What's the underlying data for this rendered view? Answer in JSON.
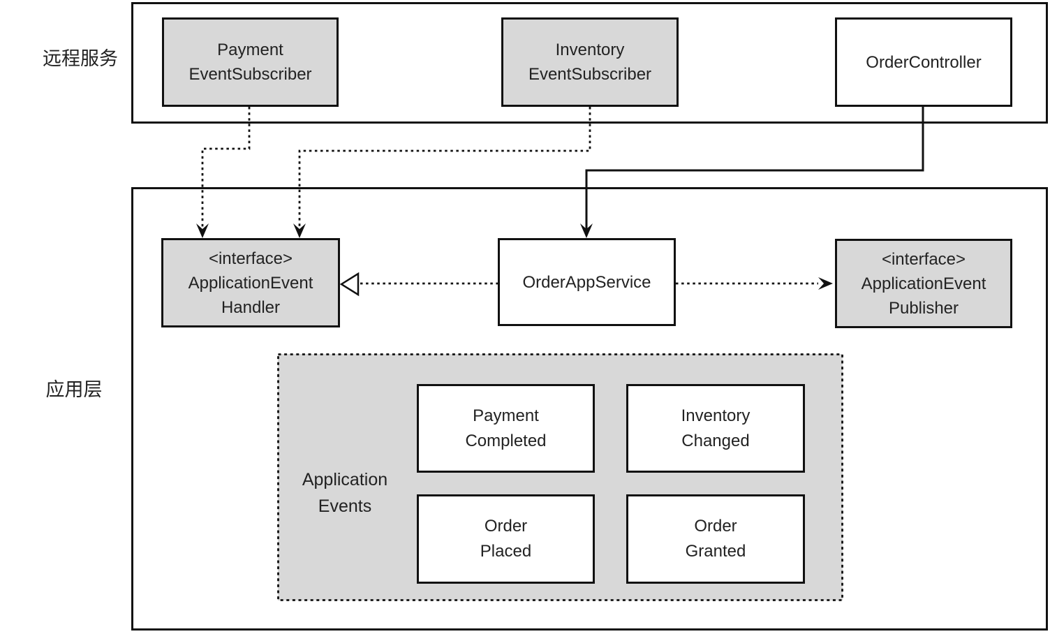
{
  "colors": {
    "background": "#ffffff",
    "stroke": "#111111",
    "text": "#222222",
    "node_gray": "#d8d8d8",
    "node_white": "#ffffff"
  },
  "remote_layer": {
    "label": "远程服务",
    "nodes": {
      "payment_subscriber": {
        "label": "Payment\nEventSubscriber",
        "fill": "gray"
      },
      "inventory_subscriber": {
        "label": "Inventory\nEventSubscriber",
        "fill": "gray"
      },
      "order_controller": {
        "label": "OrderController",
        "fill": "white"
      }
    }
  },
  "application_layer": {
    "label": "应用层",
    "nodes": {
      "event_handler": {
        "label": "<interface>\nApplicationEvent\nHandler",
        "fill": "gray"
      },
      "order_app_service": {
        "label": "OrderAppService",
        "fill": "white"
      },
      "event_publisher": {
        "label": "<interface>\nApplicationEvent\nPublisher",
        "fill": "gray"
      }
    },
    "events_group": {
      "label": "Application\nEvents",
      "events": {
        "payment_completed": {
          "label": "Payment\nCompleted"
        },
        "inventory_changed": {
          "label": "Inventory\nChanged"
        },
        "order_placed": {
          "label": "Order\nPlaced"
        },
        "order_granted": {
          "label": "Order\nGranted"
        }
      }
    }
  },
  "connections": [
    {
      "from": "PaymentEventSubscriber",
      "to": "ApplicationEventHandler",
      "line": "dashed",
      "arrow": "filled-chevron"
    },
    {
      "from": "InventoryEventSubscriber",
      "to": "ApplicationEventHandler",
      "line": "dashed",
      "arrow": "filled-chevron"
    },
    {
      "from": "OrderController",
      "to": "OrderAppService",
      "line": "solid",
      "arrow": "filled-chevron"
    },
    {
      "from": "OrderAppService",
      "to": "ApplicationEventHandler",
      "line": "dashed",
      "arrow": "hollow-triangle"
    },
    {
      "from": "OrderAppService",
      "to": "ApplicationEventPublisher",
      "line": "dashed",
      "arrow": "filled-chevron"
    }
  ]
}
